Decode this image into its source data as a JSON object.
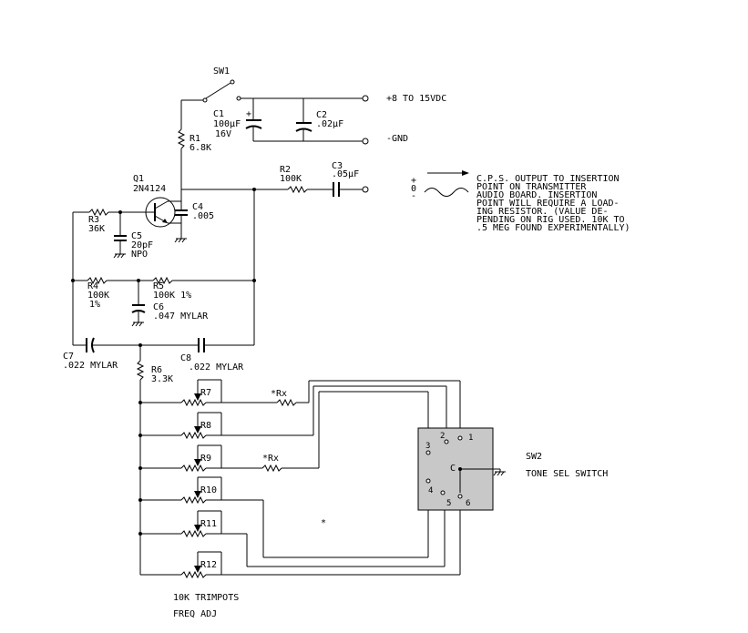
{
  "labels": {
    "sw1": "SW1",
    "supply_pos": "+8 TO 15VDC",
    "supply_gnd": "-GND",
    "c1_name": "C1",
    "c1_val": "100µF",
    "c1_volt": "16V",
    "c2_name": "C2",
    "c2_val": ".02µF",
    "r1_name": "R1",
    "r1_val": "6.8K",
    "q1_name": "Q1",
    "q1_part": "2N4124",
    "r2_name": "R2",
    "r2_val": "100K",
    "c3_name": "C3",
    "c3_val": ".05µF",
    "c4_name": "C4",
    "c4_val": ".005",
    "r3_name": "R3",
    "r3_val": "36K",
    "c5_name": "C5",
    "c5_val": "20pF",
    "c5_type": "NPO",
    "r4_name": "R4",
    "r4_val": "100K",
    "r4_tol": "1%",
    "r5_name": "R5",
    "r5_val": "100K 1%",
    "c6_name": "C6",
    "c6_val": ".047 MYLAR",
    "c7_name": "C7",
    "c7_val": ".022 MYLAR",
    "c8_name": "C8",
    "c8_val": ".022 MYLAR",
    "r6_name": "R6",
    "r6_val": "3.3K",
    "trimpots": [
      "R7",
      "R8",
      "R9",
      "R10",
      "R11",
      "R12"
    ],
    "rx_top": "*Rx",
    "rx_mid": "*Rx",
    "star_note": "*",
    "trimpots_note": "10K TRIMPOTS",
    "freq_adj": "FREQ ADJ",
    "sw2_name": "SW2",
    "sw2_label": "TONE SEL SWITCH",
    "sw2_pins": [
      "1",
      "2",
      "3",
      "4",
      "5",
      "6"
    ],
    "sw2_common": "C",
    "note_plus": "+",
    "note_zero": "0",
    "note_minus": "-",
    "note_lines": [
      "C.P.S. OUTPUT TO INSERTION",
      "POINT ON TRANSMITTER",
      "AUDIO BOARD. INSERTION",
      "POINT WILL REQUIRE A LOAD-",
      "ING RESISTOR. (VALUE DE-",
      "PENDING ON RIG USED. 10K TO",
      ".5 MEG FOUND EXPERIMENTALLY)"
    ]
  }
}
